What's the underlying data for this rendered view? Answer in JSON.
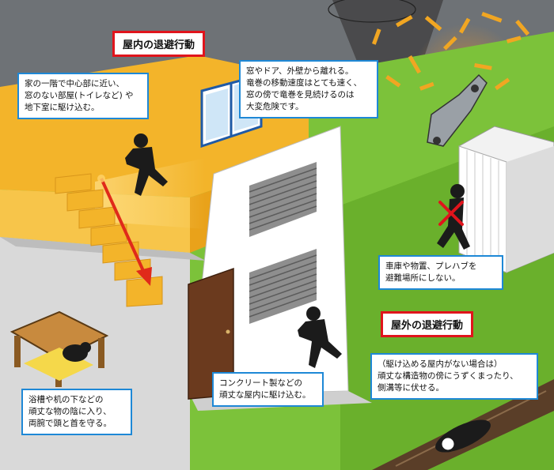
{
  "headings": {
    "indoor": "屋内の退避行動",
    "outdoor": "屋外の退避行動"
  },
  "callouts": {
    "first_floor": "家の一階で中心部に近い、\n窓のない部屋(トイレなど) や\n地下室に駆け込む。",
    "windows": "窓やドア、外壁から離れる。\n竜巻の移動速度はとても速く、\n窓の傍で竜巻を見続けるのは\n大変危険です。",
    "garage": "車庫や物置、プレハブを\n避難場所にしない。",
    "desk": "浴槽や机の下などの\n頑丈な物の陰に入り、\n両腕で頭と首を守る。",
    "concrete": "コンクリート製などの\n頑丈な屋内に駆け込む。",
    "outdoor_shelter": "（駆け込める屋内がない場合は）\n頑丈な構造物の傍にうずくまったり、\n側溝等に伏せる。"
  },
  "colors": {
    "heading_border": "#e0141c",
    "callout_border": "#1e88d6",
    "wall_yellow": "#f3b42a",
    "grass": "#7cc23a",
    "arrow_red": "#e02a1a"
  }
}
